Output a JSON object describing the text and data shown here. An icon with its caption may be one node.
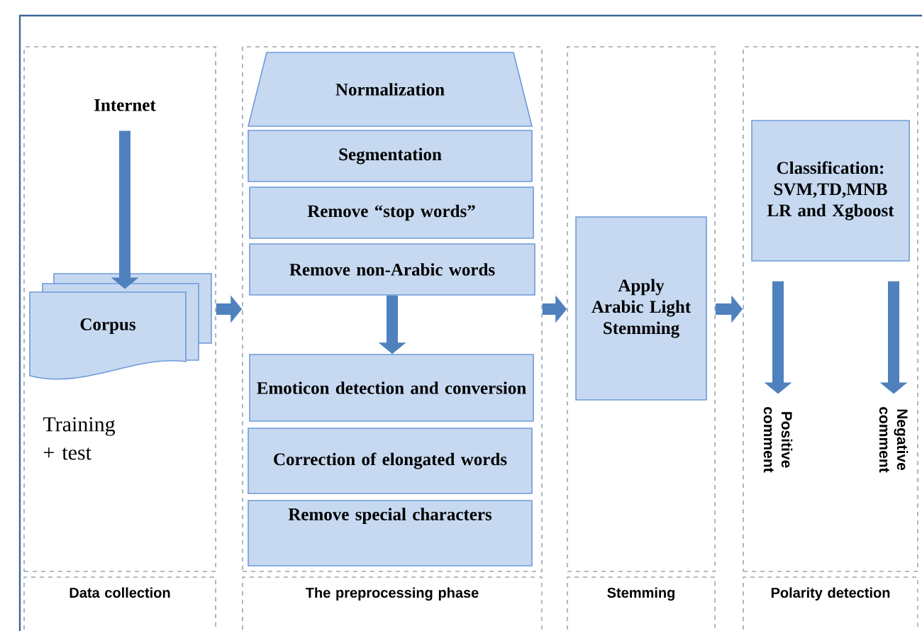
{
  "diagram": {
    "nodes": [
      {
        "text": [],
        "shape": "box"
      },
      {
        "text": [
          "Internet"
        ],
        "in": 0
      },
      {
        "text": [
          "Corpus"
        ],
        "in": 0
      },
      {
        "text": [],
        "shape": "box"
      },
      {
        "text": [
          "Normalization"
        ],
        "in": 3
      },
      {
        "text": [
          "Segmentation"
        ],
        "in": 3
      },
      {
        "text": [
          "Remove “stop words”"
        ],
        "in": 3
      },
      {
        "text": [
          "Remove non-Arabic words"
        ],
        "in": 3
      },
      {
        "text": [
          "Emoticon detection and conversion"
        ],
        "in": 3
      },
      {
        "text": [
          "Correction of elongated words"
        ],
        "in": 3
      },
      {
        "text": [
          "Remove special characters"
        ],
        "in": 3
      },
      {
        "text": [],
        "shape": "box"
      },
      {
        "text": [
          "Apply Arabic Light Stemming"
        ],
        "in": 11
      },
      {
        "text": [],
        "shape": "box"
      },
      {
        "text": [
          "Classification: SVM,TD,MNB LR and Xgboost"
        ],
        "in": 13
      },
      {
        "text": [
          "Positive comment"
        ],
        "in": 13
      },
      {
        "text": [
          "Negative comment"
        ],
        "in": 13
      },
      {
        "text": [
          "Data collection"
        ]
      },
      {
        "text": [
          "The preprocessing phase"
        ]
      },
      {
        "text": [
          "Stemming"
        ]
      },
      {
        "text": [
          "Polarity detection"
        ]
      }
    ],
    "edges": [
      {
        "from": 1,
        "to": 2,
        "arrow": "to"
      },
      {
        "from": 0,
        "to": 3,
        "arrow": "to"
      },
      {
        "from": 7,
        "to": 8,
        "arrow": "to"
      },
      {
        "from": 3,
        "to": 11,
        "arrow": "to"
      },
      {
        "from": 11,
        "to": 13,
        "arrow": "to"
      },
      {
        "from": 14,
        "to": 15,
        "arrow": "to"
      },
      {
        "from": 14,
        "to": 16,
        "arrow": "to"
      }
    ],
    "labels": [
      "Training + test"
    ]
  }
}
